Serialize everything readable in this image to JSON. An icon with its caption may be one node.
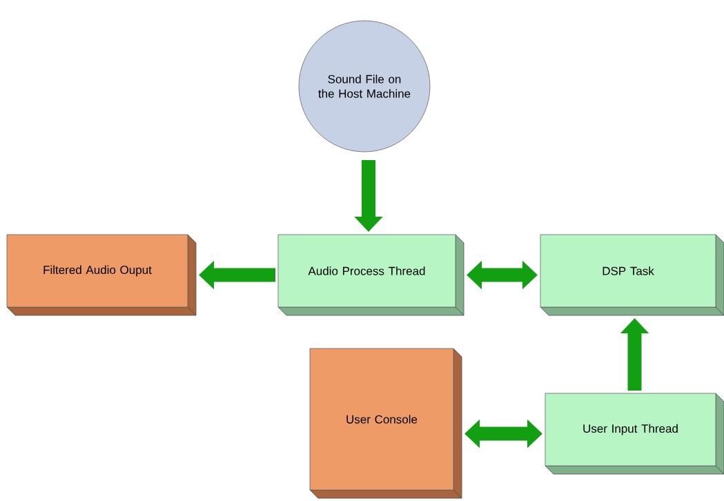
{
  "diagram": {
    "nodes": [
      {
        "text": [
          "Sound File on the Host Machine"
        ]
      },
      {
        "text": [
          "Filtered Audio Ouput"
        ]
      },
      {
        "text": [
          "Audio Process Thread"
        ]
      },
      {
        "text": [
          "DSP Task"
        ]
      },
      {
        "text": [
          "User Console"
        ]
      },
      {
        "text": [
          "User Input Thread"
        ]
      }
    ],
    "edges": [
      {
        "from": 0,
        "to": 2,
        "arrow": "to"
      },
      {
        "from": 2,
        "to": 1,
        "arrow": "to"
      },
      {
        "from": 2,
        "to": 3,
        "arrow": "both"
      },
      {
        "from": 5,
        "to": 3,
        "arrow": "to"
      },
      {
        "from": 4,
        "to": 5,
        "arrow": "both"
      }
    ]
  }
}
